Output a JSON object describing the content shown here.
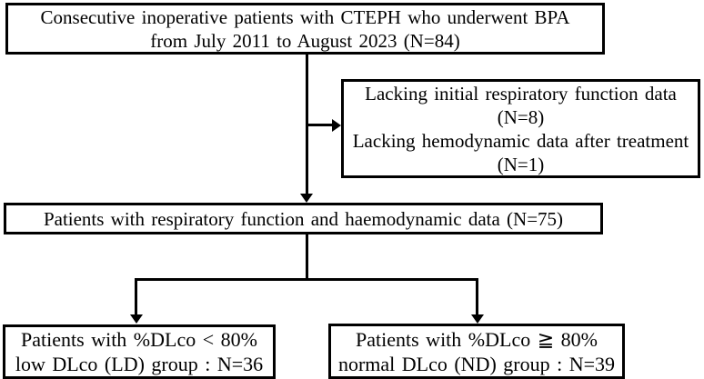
{
  "diagram": {
    "type": "patient-flowchart",
    "colors": {
      "border": "#000000",
      "background": "#ffffff",
      "text": "#000000",
      "connector": "#000000"
    },
    "boxes": {
      "enrollment": {
        "line1": "Consecutive inoperative patients with CTEPH who underwent BPA",
        "line2": "from July 2011 to August 2023 (N=84)"
      },
      "exclusion": {
        "line1": "Lacking initial respiratory function data",
        "line2": "(N=8)",
        "line3": "Lacking hemodynamic data after treatment",
        "line4": "(N=1)"
      },
      "analyzed": {
        "line1": "Patients with respiratory function and haemodynamic data (N=75)"
      },
      "low_dlco_group": {
        "line1": "Patients with %DLco < 80%",
        "line2": "low DLco (LD) group : N=36"
      },
      "normal_dlco_group": {
        "line1": "Patients with %DLco ≧ 80%",
        "line2": "normal DLco (ND) group : N=39"
      }
    },
    "counts": {
      "enrolled": 84,
      "excluded_missing_respiratory": 8,
      "excluded_missing_hemodynamic": 1,
      "analyzed": 75,
      "low_dlco": 36,
      "normal_dlco": 39
    }
  }
}
